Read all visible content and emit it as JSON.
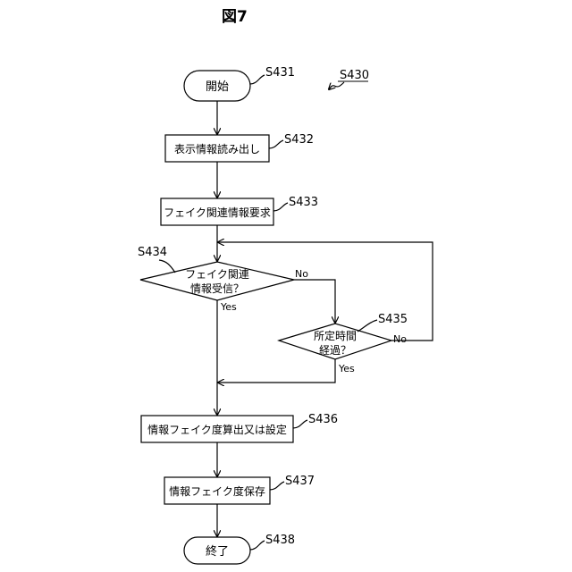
{
  "figure_title": "図7",
  "process_label": "S430",
  "nodes": {
    "start": {
      "step": "S431",
      "text": "開始"
    },
    "read": {
      "step": "S432",
      "text": "表示情報読み出し"
    },
    "request": {
      "step": "S433",
      "text": "フェイク関連情報要求"
    },
    "received": {
      "step": "S434",
      "line1": "フェイク関連",
      "line2": "情報受信？"
    },
    "timeout": {
      "step": "S435",
      "line1": "所定時間",
      "line2": "経過？"
    },
    "calc": {
      "step": "S436",
      "text": "情報フェイク度算出又は設定"
    },
    "save": {
      "step": "S437",
      "text": "情報フェイク度保存"
    },
    "end": {
      "step": "S438",
      "text": "終了"
    }
  },
  "edges": {
    "received_no": "No",
    "received_yes": "Yes",
    "timeout_no": "No",
    "timeout_yes": "Yes"
  }
}
